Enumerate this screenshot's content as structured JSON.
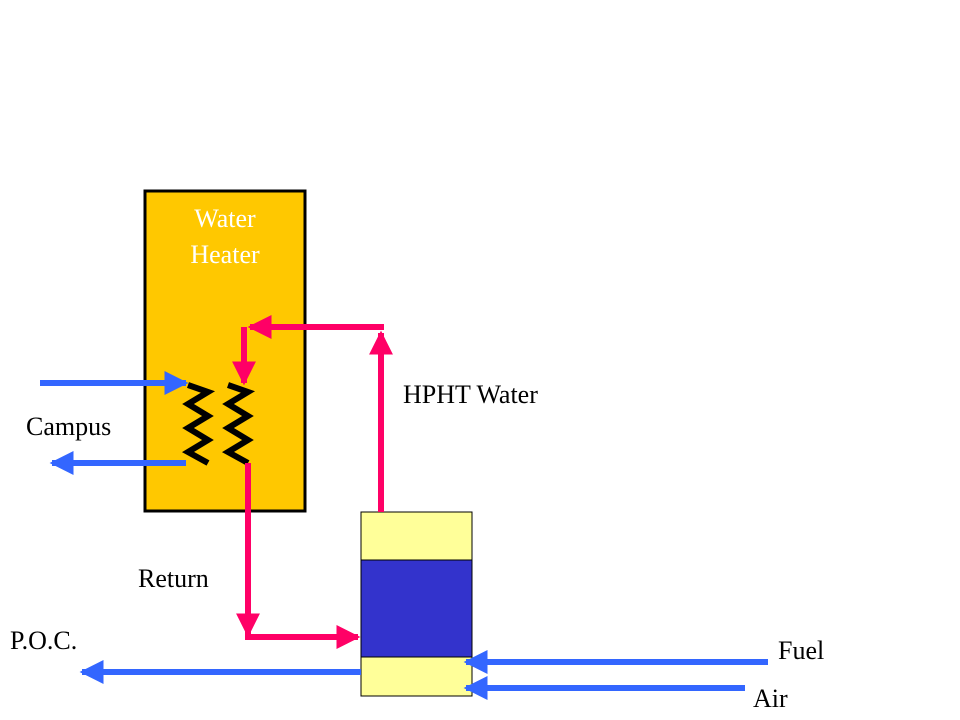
{
  "heater": {
    "title_line1": "Water",
    "title_line2": "Heater"
  },
  "labels": {
    "hpht_water": "HPHT Water",
    "campus": "Campus",
    "return": "Return",
    "poc": "P.O.C.",
    "fuel": "Fuel",
    "air": "Air"
  },
  "colors": {
    "heater_fill": "#ffc800",
    "heater_border": "#000000",
    "boiler_light": "#ffff99",
    "boiler_dark": "#3333cc",
    "hot_water": "#ff0066",
    "campus_flow": "#3366ff",
    "coil": "#000000"
  }
}
